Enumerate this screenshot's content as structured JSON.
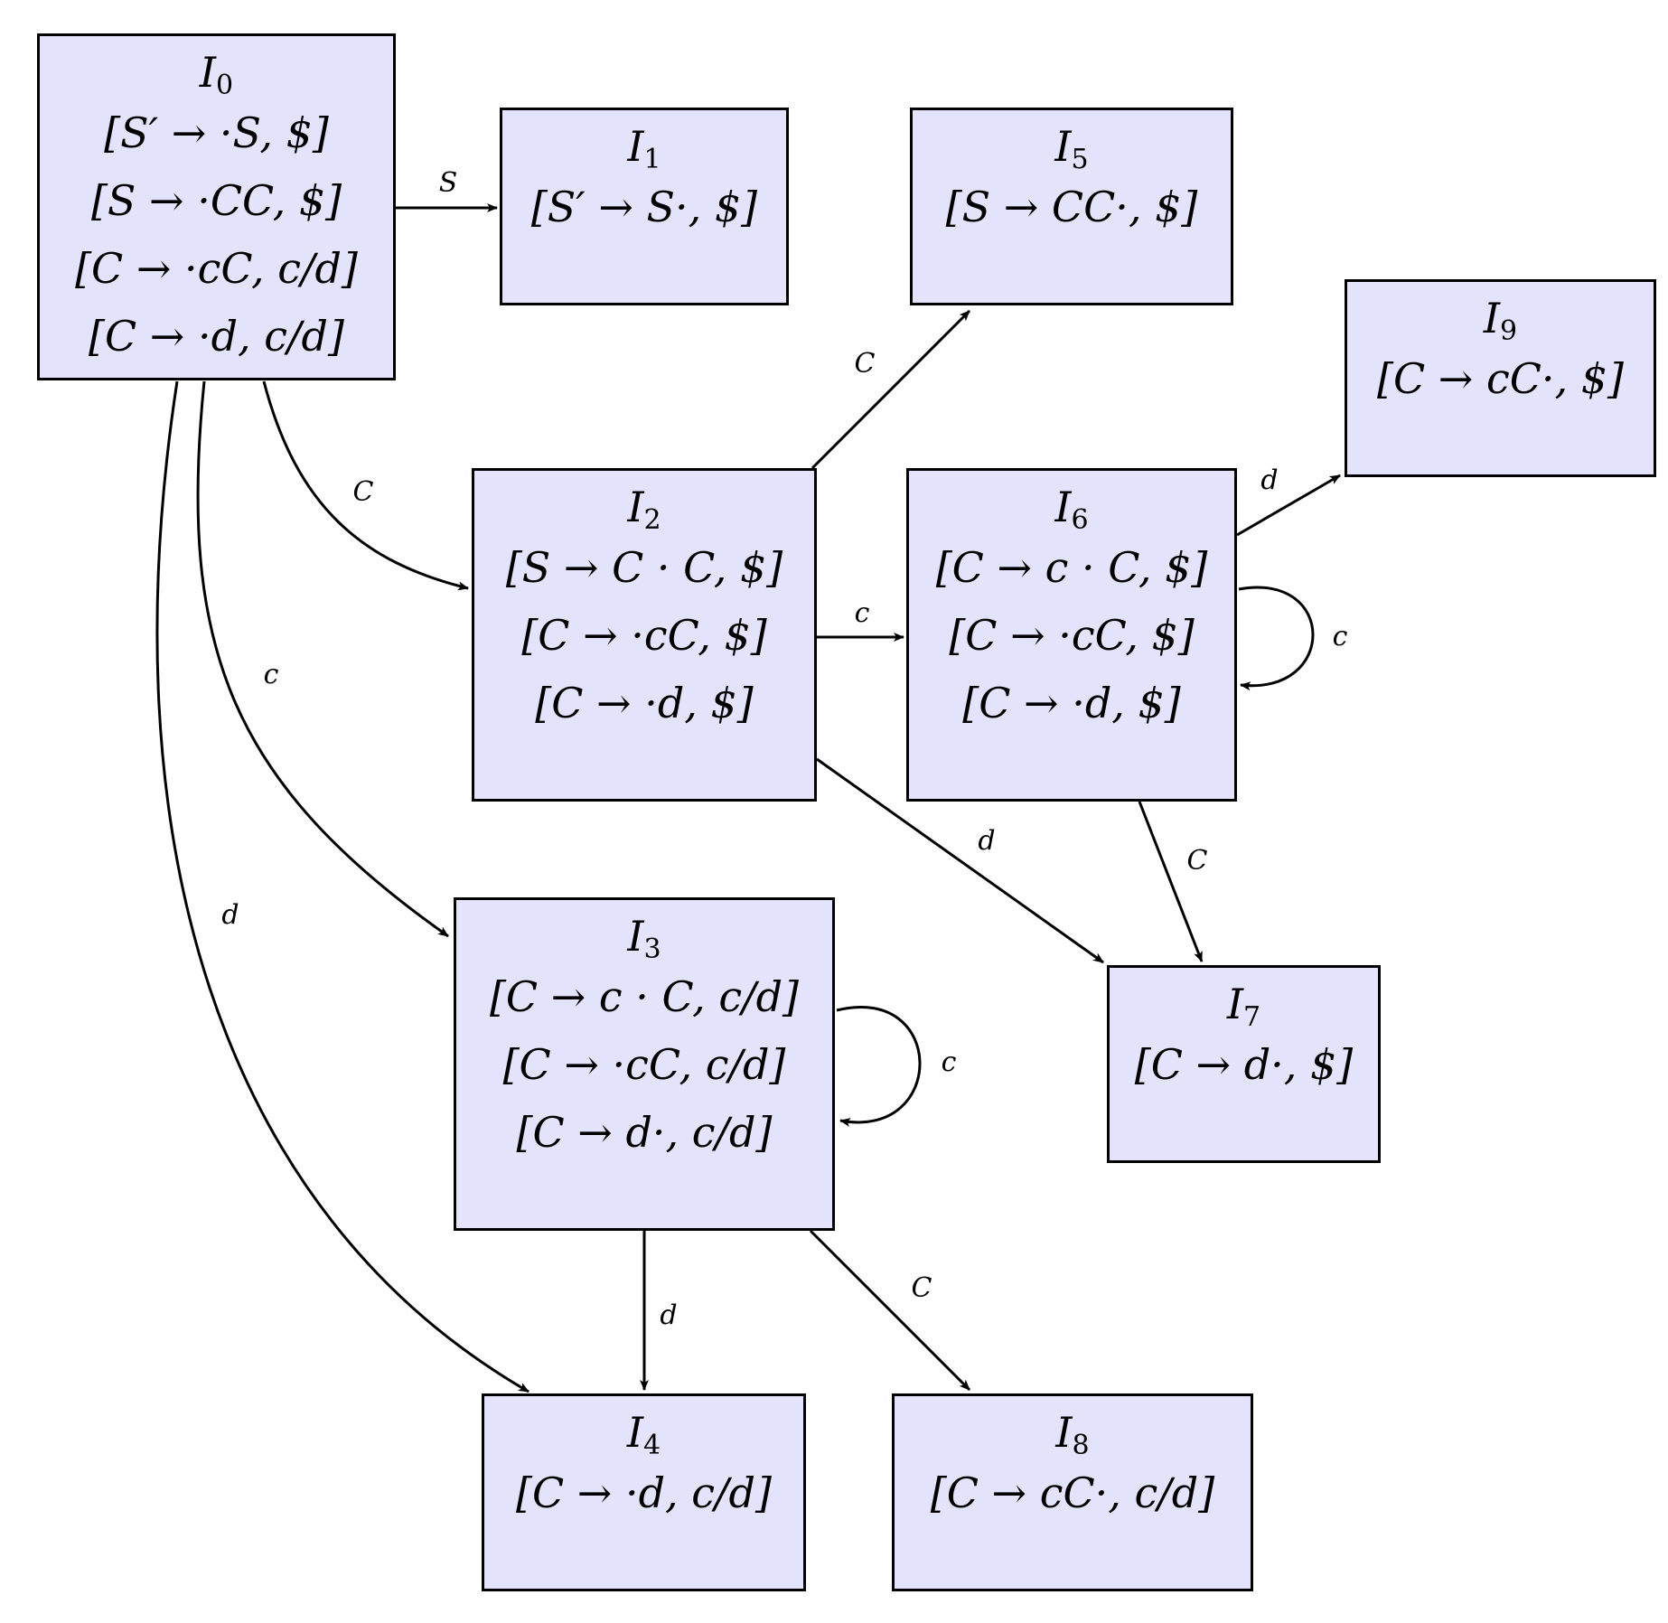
{
  "colors": {
    "state_fill": "#e3e3fb",
    "stroke": "#000000"
  },
  "states": [
    {
      "id": "I0",
      "name": "I",
      "sub": "0",
      "items": [
        "[S′ → ·S, $]",
        "[S → ·CC, $]",
        "[C → ·cC, c/d]",
        "[C → ·d, c/d]"
      ]
    },
    {
      "id": "I1",
      "name": "I",
      "sub": "1",
      "items": [
        "[S′ → S·, $]"
      ]
    },
    {
      "id": "I5",
      "name": "I",
      "sub": "5",
      "items": [
        "[S → CC·, $]"
      ]
    },
    {
      "id": "I9",
      "name": "I",
      "sub": "9",
      "items": [
        "[C → cC·, $]"
      ]
    },
    {
      "id": "I2",
      "name": "I",
      "sub": "2",
      "items": [
        "[S → C · C, $]",
        "[C → ·cC, $]",
        "[C → ·d, $]"
      ]
    },
    {
      "id": "I6",
      "name": "I",
      "sub": "6",
      "items": [
        "[C → c · C, $]",
        "[C → ·cC, $]",
        "[C → ·d, $]"
      ]
    },
    {
      "id": "I3",
      "name": "I",
      "sub": "3",
      "items": [
        "[C → c · C, c/d]",
        "[C → ·cC, c/d]",
        "[C → d·, c/d]"
      ]
    },
    {
      "id": "I7",
      "name": "I",
      "sub": "7",
      "items": [
        "[C → d·, $]"
      ]
    },
    {
      "id": "I4",
      "name": "I",
      "sub": "4",
      "items": [
        "[C → ·d, c/d]"
      ]
    },
    {
      "id": "I8",
      "name": "I",
      "sub": "8",
      "items": [
        "[C → cC·, c/d]"
      ]
    }
  ],
  "transitions": [
    {
      "from": "I0",
      "to": "I1",
      "label": "S"
    },
    {
      "from": "I0",
      "to": "I2",
      "label": "C"
    },
    {
      "from": "I0",
      "to": "I3",
      "label": "c"
    },
    {
      "from": "I0",
      "to": "I4",
      "label": "d"
    },
    {
      "from": "I2",
      "to": "I5",
      "label": "C"
    },
    {
      "from": "I2",
      "to": "I6",
      "label": "c"
    },
    {
      "from": "I2",
      "to": "I7",
      "label": "d"
    },
    {
      "from": "I6",
      "to": "I9",
      "label": "d"
    },
    {
      "from": "I6",
      "to": "I6",
      "label": "c"
    },
    {
      "from": "I6",
      "to": "I7",
      "label": "C"
    },
    {
      "from": "I3",
      "to": "I3",
      "label": "c"
    },
    {
      "from": "I3",
      "to": "I4",
      "label": "d"
    },
    {
      "from": "I3",
      "to": "I8",
      "label": "C"
    }
  ]
}
